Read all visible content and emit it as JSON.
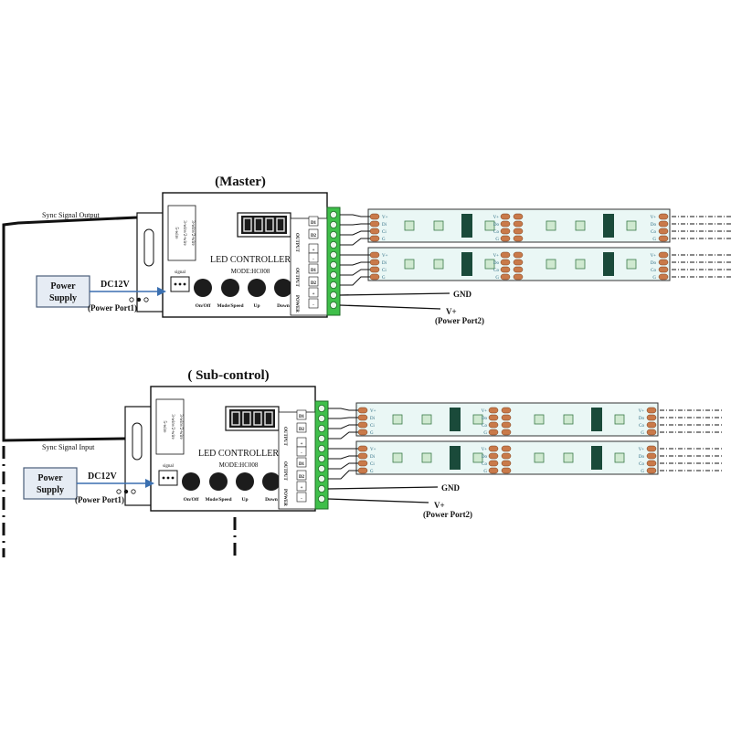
{
  "colors": {
    "line": "#111111",
    "arrow": "#3a6fb0",
    "terminal_green": "#3fbf4a",
    "strip_tint": "#eaf7f5",
    "pad": "#c97a4a",
    "chip": "#1a4a3a",
    "led": "#cfe9d0",
    "supply_box": "#e6ecf4"
  },
  "master": {
    "title": "(Master)",
    "sync_label": "Sync Signal Output",
    "supply_label": "Power\nSupply",
    "dc_label": "DC12V",
    "port1_label": "(Power Port1)",
    "gnd_label": "GND",
    "vplus_label": "V+",
    "port2_label": "(Power Port2)"
  },
  "sub": {
    "title": "( Sub-control)",
    "sync_label": "Sync Signal Input",
    "supply_label": "Power\nSupply",
    "dc_label": "DC12V",
    "port1_label": "(Power Port1)",
    "gnd_label": "GND",
    "vplus_label": "V+",
    "port2_label": "(Power Port2)"
  },
  "controller": {
    "name": "LED  CONTROLLER",
    "model": "MODE:HC008",
    "signal_label": "signal",
    "buttons": [
      "On/Off",
      "Mode/Speed",
      "Up",
      "Down"
    ],
    "output_label": "OUTPUT",
    "power_label": "POWER",
    "terminal_pins_a": [
      "D1",
      "D2",
      "+"
    ],
    "terminal_pins_b": [
      "D1",
      "D2",
      "+"
    ],
    "side_text": [
      "5-wire",
      "3-wire/2-wire",
      "3-wire/2-wire"
    ]
  },
  "strip": {
    "pads_in": [
      "V+",
      "Di",
      "Ci",
      "G"
    ],
    "pads_out": [
      "V+",
      "Do",
      "Co",
      "G"
    ]
  }
}
